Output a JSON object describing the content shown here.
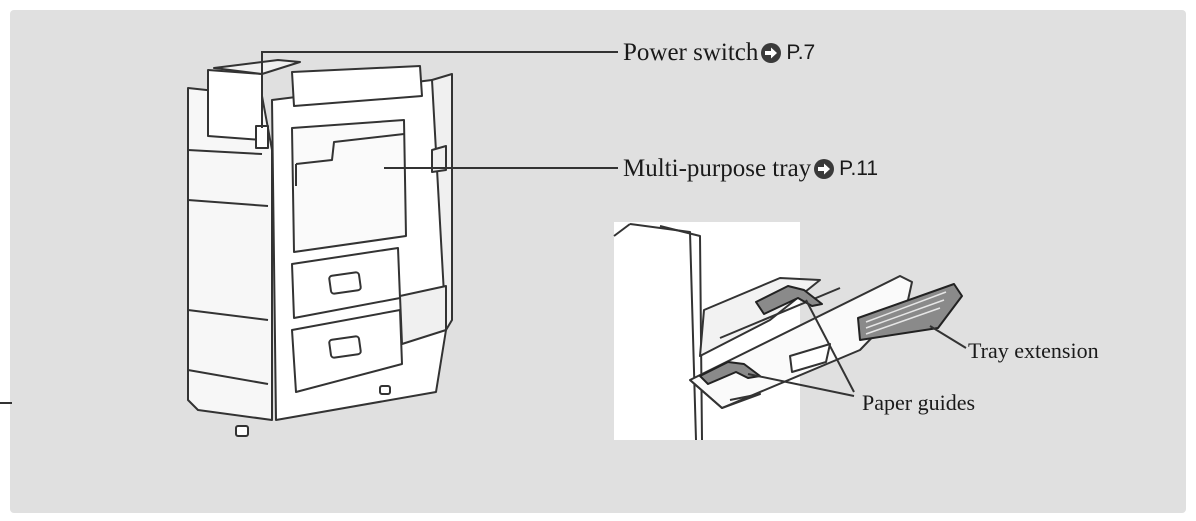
{
  "callouts": {
    "power_switch": {
      "label": "Power switch",
      "page_ref": "P.7"
    },
    "multi_purpose_tray": {
      "label": "Multi-purpose tray",
      "page_ref": "P.11"
    },
    "tray_extension": {
      "label": "Tray extension"
    },
    "paper_guides": {
      "label": "Paper guides"
    }
  },
  "icons": {
    "page_reference": "right-arrow-circle-icon"
  },
  "colors": {
    "panel_background": "#e0e0e0",
    "line_art": "#333333",
    "tray_extension_fill": "#8a8a8a",
    "text": "#1a1a1a"
  }
}
